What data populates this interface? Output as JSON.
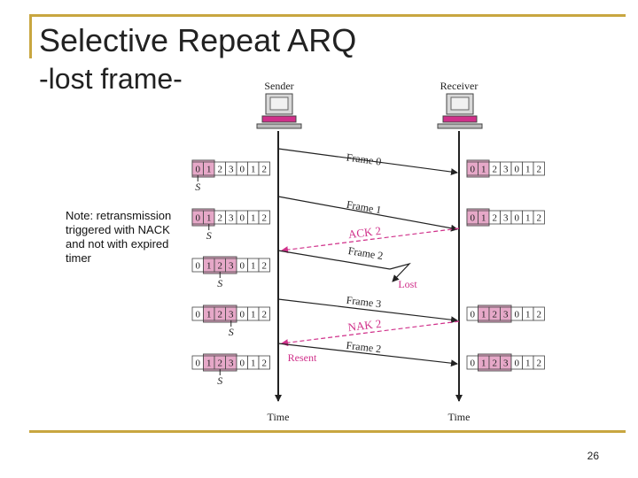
{
  "slide": {
    "title": "Selective Repeat ARQ",
    "subtitle": "-lost frame-",
    "note": "Note: retransmission triggered with NACK and not with expired timer",
    "page_number": "26"
  },
  "diagram": {
    "sender_label": "Sender",
    "receiver_label": "Receiver",
    "time_label": "Time",
    "window_cells": [
      "0",
      "1",
      "2",
      "3",
      "0",
      "1",
      "2"
    ],
    "pointer_label": "S",
    "messages": {
      "frame0": "Frame 0",
      "frame1": "Frame 1",
      "ack2": "ACK 2",
      "frame2": "Frame 2",
      "lost": "Lost",
      "frame3": "Frame 3",
      "nak2": "NAK 2",
      "resent": "Resent",
      "frame2_resent": "Frame 2"
    },
    "colors": {
      "frame_line": "#222222",
      "control_line": "#d0308a",
      "window_fill": "#e6a8c8",
      "slide_accent": "#c8a640"
    }
  }
}
